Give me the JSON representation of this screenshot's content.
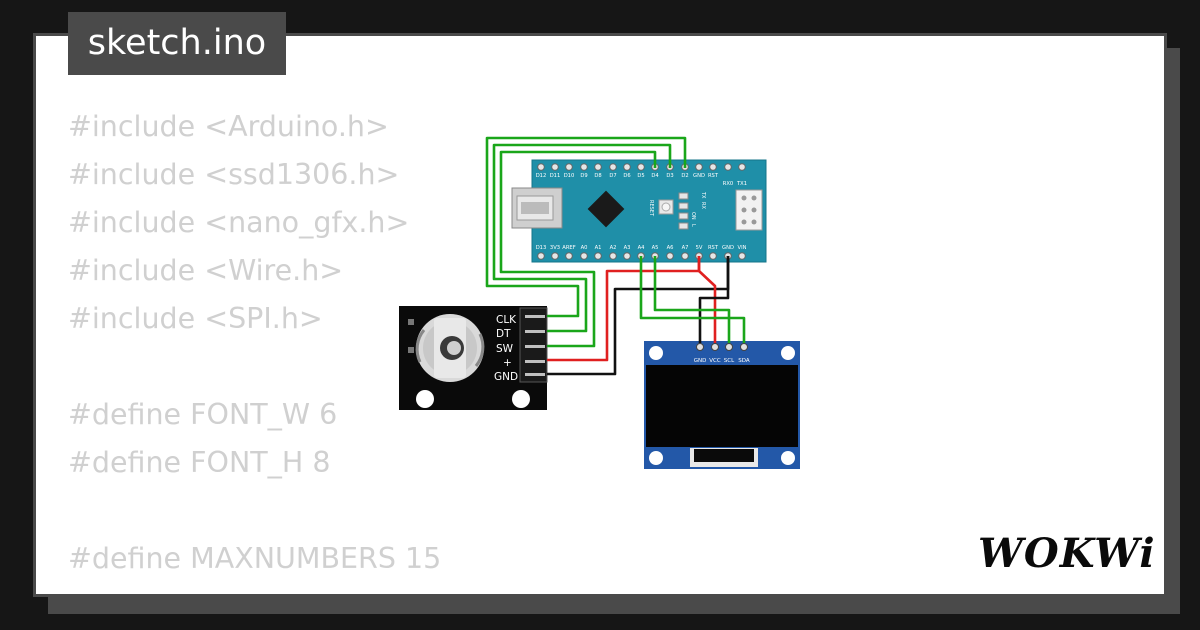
{
  "header": {
    "filename": "sketch.ino"
  },
  "code_lines": [
    "#include <Arduino.h>",
    "#include <ssd1306.h>",
    "#include <nano_gfx.h>",
    "#include <Wire.h>",
    "#include <SPI.h>",
    "",
    "#define FONT_W 6",
    "#define FONT_H 8",
    "",
    "#define MAXNUMBERS 15"
  ],
  "arduino": {
    "top_pins": [
      "D12",
      "D11",
      "D10",
      "D9",
      "D8",
      "D7",
      "D6",
      "D5",
      "D4",
      "D3",
      "D2",
      "GND",
      "RST",
      "RX0",
      "TX1"
    ],
    "bottom_pins": [
      "D13",
      "3V3",
      "AREF",
      "A0",
      "A1",
      "A2",
      "A3",
      "A4",
      "A5",
      "A6",
      "A7",
      "5V",
      "RST",
      "GND",
      "VIN"
    ],
    "labels": {
      "reset": "RESET",
      "tx": "TX",
      "rx": "RX",
      "on": "ON",
      "l": "L"
    }
  },
  "encoder": {
    "pins": [
      "CLK",
      "DT",
      "SW",
      "+",
      "GND"
    ]
  },
  "oled": {
    "pins": [
      "GND",
      "VCC",
      "SCL",
      "SDA"
    ]
  },
  "logo": {
    "text": "WOKWi"
  },
  "colors": {
    "background": "#161616",
    "frame": "#4a4a4a",
    "code_text": "#d0d0d0",
    "arduino_board": "#1f8fa8",
    "oled_board": "#2358a8",
    "wire_green": "#1aa61a",
    "wire_red": "#e02020",
    "wire_black": "#111111"
  }
}
